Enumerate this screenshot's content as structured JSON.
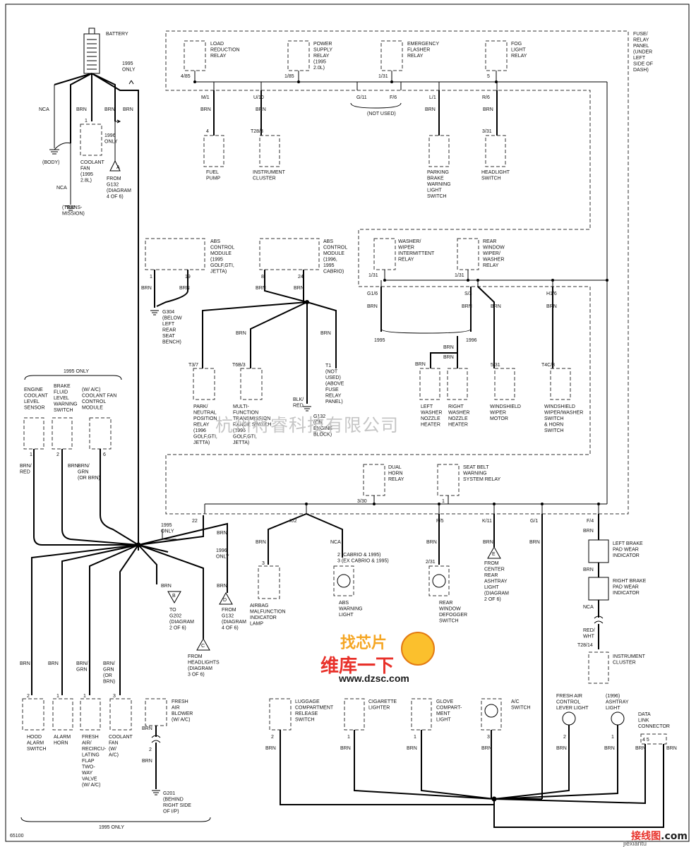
{
  "frame_code": "65100",
  "power": {
    "battery": "BATTERY",
    "year_only": "1995\nONLY",
    "nca": "NCA",
    "brn": "BRN",
    "body": "(BODY)",
    "trans_nca": "NCA",
    "trans": "(TRANS-\nMISSION)",
    "coolant_fan": "COOLANT\nFAN\n(1995\n2.8L)",
    "cf_pin": "1",
    "fan_1996": "1996\nONLY",
    "from_g132": "FROM\nG132\n(DIAGRAM\n4 OF 6)",
    "conn_a": "A"
  },
  "fuse_panel": {
    "title": "FUSE/\nRELAY\nPANEL\n(UNDER\nLEFT\nSIDE OF\nDASH)",
    "relays": [
      {
        "label": "LOAD\nREDUCTION\nRELAY",
        "pin": "4/85"
      },
      {
        "label": "POWER\nSUPPLY\nRELAY\n(1995\n2.0L)",
        "pin": "1/85"
      },
      {
        "label": "EMERGENCY\nFLASHER\nRELAY",
        "pin": "1/31"
      },
      {
        "label": "FOG\nLIGHT\nRELAY",
        "pin": "5"
      }
    ],
    "pins_row1": [
      "M/1",
      "U/10",
      "G/11",
      "F/6",
      "L/1",
      "R/6"
    ],
    "not_used": "(NOT USED)",
    "relays2": [
      {
        "label": "WASHER/\nWIPER\nINTERMITTENT\nRELAY",
        "pin": "1/31"
      },
      {
        "label": "REAR\nWINDOW\nWIPER/\nWASHER\nRELAY",
        "pin": "1/31"
      }
    ],
    "pins_row2": [
      "G1/6",
      "S/3",
      "H1/6"
    ],
    "relays3": [
      {
        "label": "DUAL\nHORN\nRELAY",
        "pin": "3/30"
      },
      {
        "label": "SEAT BELT\nWARNING\nSYSTEM RELAY",
        "pin": "1"
      }
    ],
    "pins_row3": [
      "22",
      "X/2",
      "P/5",
      "K/11",
      "G/1",
      "F/4"
    ]
  },
  "top_loads": [
    {
      "label": "FUEL\nPUMP",
      "pin": "4",
      "wire": "BRN"
    },
    {
      "label": "INSTRUMENT\nCLUSTER",
      "pin": "T28/3",
      "wire": "BRN"
    },
    {
      "label": "PARKING\nBRAKE\nWARNING\nLIGHT\nSWITCH",
      "pin": "",
      "wire": "BRN"
    },
    {
      "label": "HEADLIGHT\nSWITCH",
      "pin": "3/31",
      "wire": "BRN"
    }
  ],
  "abs": {
    "mod1": "ABS\nCONTROL\nMODULE\n(1995\nGOLF,GTI,\nJETTA)",
    "mod1_pins": [
      "1",
      "19"
    ],
    "mod2": "ABS\nCONTROL\nMODULE\n(1996,\n1995\nCABRIO)",
    "mod2_pins": [
      "8",
      "24"
    ],
    "g304": "G304\n(BELOW\nLEFT\nREAR\nSEAT\nBENCH)",
    "g132": "G132\n(ON\nENGINE\nBLOCK)",
    "blk_red": "BLK/\nRED",
    "t1": "T1\n(NOT\nUSED)\n(ABOVE\nFUSE\nRELAY\nPANEL)",
    "park_relay": "PARK/\nNEUTRAL\nPOSITION\nRELAY\n(1996\nGOLF,GTI,\nJETTA)",
    "park_pin": "T3/7",
    "mfts": "MULTI-\nFUNCTION\nTRANSMISSION\nRANGE SWITCH\n(1996\nGOLF,GTI,\nJETTA)",
    "mfts_pin": "T6B/3"
  },
  "washers": {
    "y1995": "1995",
    "y1996": "1996",
    "left": "LEFT\nWASHER\nNOZZLE\nHEATER",
    "right": "RIGHT\nWASHER\nNOZZLE\nHEATER",
    "motor": "WINDSHIELD\nWIPER\nMOTOR",
    "motor_pin": "5/31",
    "switch": "WINDSHIELD\nWIPER/WASHER\nSWITCH\n& HORN\nSWITCH",
    "switch_pin": "T4C/3"
  },
  "sensors": {
    "title": "1995 ONLY",
    "items": [
      {
        "label": "ENGINE\nCOOLANT\nLEVEL\nSENSOR",
        "pin": "1",
        "wire": "BRN/\nRED"
      },
      {
        "label": "BRAKE\nFLUID\nLEVEL\nWARNING\nSWITCH",
        "pin": "2",
        "wire": "BRN"
      },
      {
        "label": "(W/ A/C)\nCOOLANT FAN\nCONTROL\nMODULE",
        "pin": "6",
        "wire": "BRN/\nGRN\n(OR BRN)"
      }
    ]
  },
  "splice": {
    "only1995": "1995\nONLY",
    "only1996": "1996\nONLY",
    "to_g202": "TO\nG202\n(DIAGRAM\n2 OF 6)",
    "conn_b": "B",
    "from_g132": "FROM\nG132\n(DIAGRAM\n4 OF 6)",
    "conn_d": "D",
    "headlights": "FROM\nHEADLIGHTS\n(DIAGRAM\n3 OF 6)",
    "conn_c": "C"
  },
  "mid_loads": {
    "airbag": "AIRBAG\nMALFUNCTION\nINDICATOR\nLAMP",
    "airbag_pin": "3",
    "abs_light": "ABS\nWARNING\nLIGHT",
    "abs_pins": "2   (CABRIO & 1995)\n3   (EX CABRIO & 1995)",
    "defog": "REAR\nWINDOW\nDEFOGGER\nSWITCH",
    "defog_pin": "2/31",
    "center": "FROM\nCENTER\nREAR\nASHTRAY\nLIGHT\n(DIAGRAM\n2 OF 6)",
    "conn_e": "E",
    "left_pad": "LEFT BRAKE\nPAD WEAR\nINDICATOR",
    "right_pad": "RIGHT BRAKE\nPAD WEAR\nINDICATOR",
    "red_wht": "RED/\nWHT",
    "cluster": "INSTRUMENT\nCLUSTER",
    "cluster_pin": "T28/14"
  },
  "bottom_left": {
    "items": [
      {
        "label": "HOOD\nALARM\nSWITCH",
        "pin": "2",
        "wire": "BRN"
      },
      {
        "label": "ALARM\nHORN",
        "pin": "1",
        "wire": "BRN"
      },
      {
        "label": "FRESH\nAIR/\nRECIRCU-\nLATING\nFLAP\nTWO-\nWAY\nVALVE\n(W/ A/C)",
        "pin": "1",
        "wire": "BRN/\nGRN"
      },
      {
        "label": "COOLANT\nFAN\n(W/\nA/C)",
        "pin": "3",
        "wire": "BRN/\nGRN\n(OR\nBRN)"
      }
    ],
    "blower": "FRESH\nAIR\nBLOWER\n(W/ A/C)",
    "blower_pin": "2",
    "g201": "G201\n(BEHIND\nRIGHT SIDE\nOF I/P)",
    "footer": "1995 ONLY"
  },
  "bottom_right": {
    "items": [
      {
        "label": "LUGGAGE\nCOMPARTMENT\nRELEASE\nSWITCH",
        "pin": "2"
      },
      {
        "label": "CIGARETTE\nLIGHTER",
        "pin": "1"
      },
      {
        "label": "GLOVE\nCOMPART-\nMENT\nLIGHT",
        "pin": "1"
      },
      {
        "label": "A/C\nSWITCH",
        "pin": "3"
      },
      {
        "label": "FRESH AIR\nCONTROL\nLEVER LIGHT",
        "pin": "2"
      },
      {
        "label": "(1996)\nASHTRAY\nLIGHT",
        "pin": "1"
      },
      {
        "label": "DATA\nLINK\nCONNECTOR",
        "pin": "4   5"
      }
    ]
  },
  "watermark": "杭州将睿科技有限公司",
  "logo": {
    "line1": "找芯片",
    "line2": "维库一下",
    "url": "www.dzsc.com"
  },
  "site": {
    "name": "接线图",
    "domain": ".com",
    "sub": "jiexiantu"
  }
}
